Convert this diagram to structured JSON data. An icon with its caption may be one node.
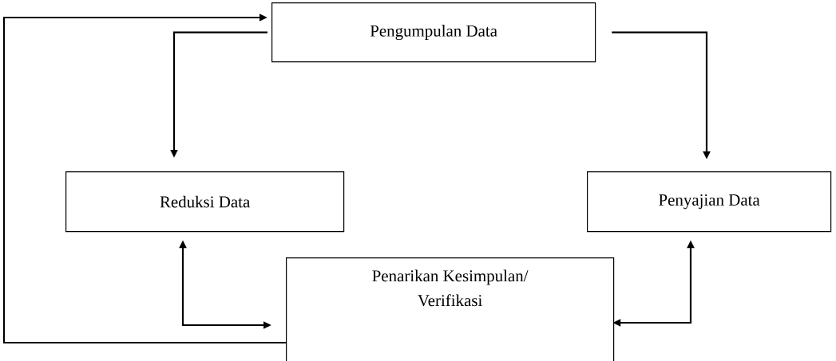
{
  "diagram": {
    "nodes": [
      {
        "text": [
          "Pengumpulan Data"
        ]
      },
      {
        "text": [
          "Reduksi Data"
        ]
      },
      {
        "text": [
          "Penyajian Data"
        ]
      },
      {
        "text": [
          "Penarikan Kesimpulan/ Verifikasi"
        ]
      }
    ],
    "edges": [
      {
        "from": 0,
        "to": 1,
        "arrow": "to"
      },
      {
        "from": 0,
        "to": 2,
        "arrow": "to"
      },
      {
        "from": 1,
        "to": 3,
        "arrow": "both"
      },
      {
        "from": 2,
        "to": 3,
        "arrow": "both"
      },
      {
        "from": 3,
        "to": 0,
        "arrow": "to"
      }
    ]
  }
}
